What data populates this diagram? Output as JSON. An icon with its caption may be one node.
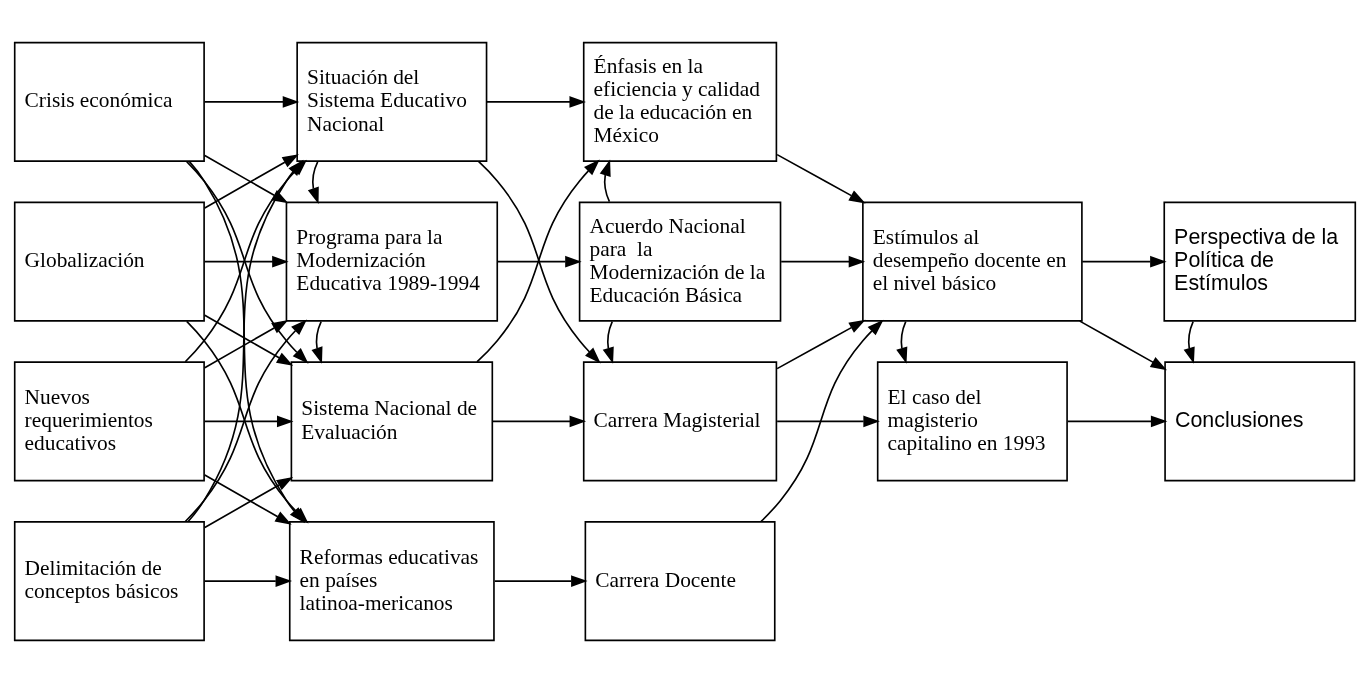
{
  "diagram": {
    "nodes": [
      {
        "text": [
          "Crisis económica"
        ]
      },
      {
        "text": [
          "Globalización"
        ]
      },
      {
        "text": [
          "Nuevos requerimientos educativos"
        ]
      },
      {
        "text": [
          "Delimitación de conceptos básicos"
        ]
      },
      {
        "text": [
          "Situación del Sistema Educativo Nacional"
        ]
      },
      {
        "text": [
          "Programa para la Modernización Educativa 1989-1994"
        ]
      },
      {
        "text": [
          "Sistema Nacional de Evaluación"
        ]
      },
      {
        "text": [
          "Reformas educativas en países latinoa-mericanos"
        ]
      },
      {
        "text": [
          "Énfasis en la eficiencia y calidad de la educación en México"
        ]
      },
      {
        "text": [
          "Acuerdo Nacional para  la Modernización de la Educación Básica"
        ]
      },
      {
        "text": [
          "Carrera Magisterial"
        ]
      },
      {
        "text": [
          "Carrera Docente"
        ]
      },
      {
        "text": [
          "Estímulos al desempeño docente en el nivel básico"
        ]
      },
      {
        "text": [
          "El caso del magisterio capitalino en 1993"
        ]
      },
      {
        "text": [
          "Perspectiva de la Política de Estímulos"
        ]
      },
      {
        "text": [
          "Conclusiones"
        ]
      }
    ],
    "edges": [
      {
        "from": 0,
        "to": 4,
        "arrow": "to"
      },
      {
        "from": 0,
        "to": 5,
        "arrow": "to"
      },
      {
        "from": 0,
        "to": 6,
        "arrow": "to"
      },
      {
        "from": 0,
        "to": 7,
        "arrow": "to"
      },
      {
        "from": 1,
        "to": 4,
        "arrow": "to"
      },
      {
        "from": 1,
        "to": 5,
        "arrow": "to"
      },
      {
        "from": 1,
        "to": 6,
        "arrow": "to"
      },
      {
        "from": 1,
        "to": 7,
        "arrow": "to"
      },
      {
        "from": 2,
        "to": 4,
        "arrow": "to"
      },
      {
        "from": 2,
        "to": 5,
        "arrow": "to"
      },
      {
        "from": 2,
        "to": 6,
        "arrow": "to"
      },
      {
        "from": 2,
        "to": 7,
        "arrow": "to"
      },
      {
        "from": 3,
        "to": 4,
        "arrow": "to"
      },
      {
        "from": 3,
        "to": 5,
        "arrow": "to"
      },
      {
        "from": 3,
        "to": 6,
        "arrow": "to"
      },
      {
        "from": 3,
        "to": 7,
        "arrow": "to"
      },
      {
        "from": 4,
        "to": 5,
        "arrow": "to"
      },
      {
        "from": 5,
        "to": 6,
        "arrow": "to"
      },
      {
        "from": 4,
        "to": 8,
        "arrow": "to"
      },
      {
        "from": 4,
        "to": 10,
        "arrow": "to"
      },
      {
        "from": 6,
        "to": 8,
        "arrow": "to"
      },
      {
        "from": 6,
        "to": 10,
        "arrow": "to"
      },
      {
        "from": 5,
        "to": 9,
        "arrow": "to"
      },
      {
        "from": 9,
        "to": 8,
        "arrow": "to"
      },
      {
        "from": 9,
        "to": 10,
        "arrow": "to"
      },
      {
        "from": 7,
        "to": 11,
        "arrow": "to"
      },
      {
        "from": 8,
        "to": 12,
        "arrow": "to"
      },
      {
        "from": 9,
        "to": 12,
        "arrow": "to"
      },
      {
        "from": 10,
        "to": 12,
        "arrow": "to"
      },
      {
        "from": 11,
        "to": 12,
        "arrow": "to"
      },
      {
        "from": 10,
        "to": 13,
        "arrow": "to"
      },
      {
        "from": 12,
        "to": 13,
        "arrow": "to"
      },
      {
        "from": 12,
        "to": 14,
        "arrow": "to"
      },
      {
        "from": 12,
        "to": 15,
        "arrow": "to"
      },
      {
        "from": 13,
        "to": 15,
        "arrow": "to"
      },
      {
        "from": 14,
        "to": 15,
        "arrow": "to"
      }
    ]
  }
}
